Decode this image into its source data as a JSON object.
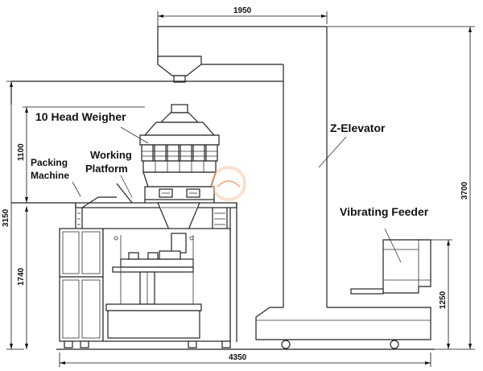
{
  "labels": {
    "head_weigher": "10 Head Weigher",
    "z_elevator": "Z-Elevator",
    "packing_line1": "Packing",
    "packing_line2": "Machine",
    "platform_line1": "Working",
    "platform_line2": "Platform",
    "vibrating_feeder": "Vibrating Feeder"
  },
  "dimensions": {
    "top_width": "1950",
    "bottom_width": "4350",
    "weigher_height": "1100",
    "total_height_left": "3150",
    "platform_height": "1740",
    "elevator_height": "3700",
    "feeder_height": "1250"
  },
  "colors": {
    "line": "#222222",
    "watermark": "#f3c9a8"
  }
}
